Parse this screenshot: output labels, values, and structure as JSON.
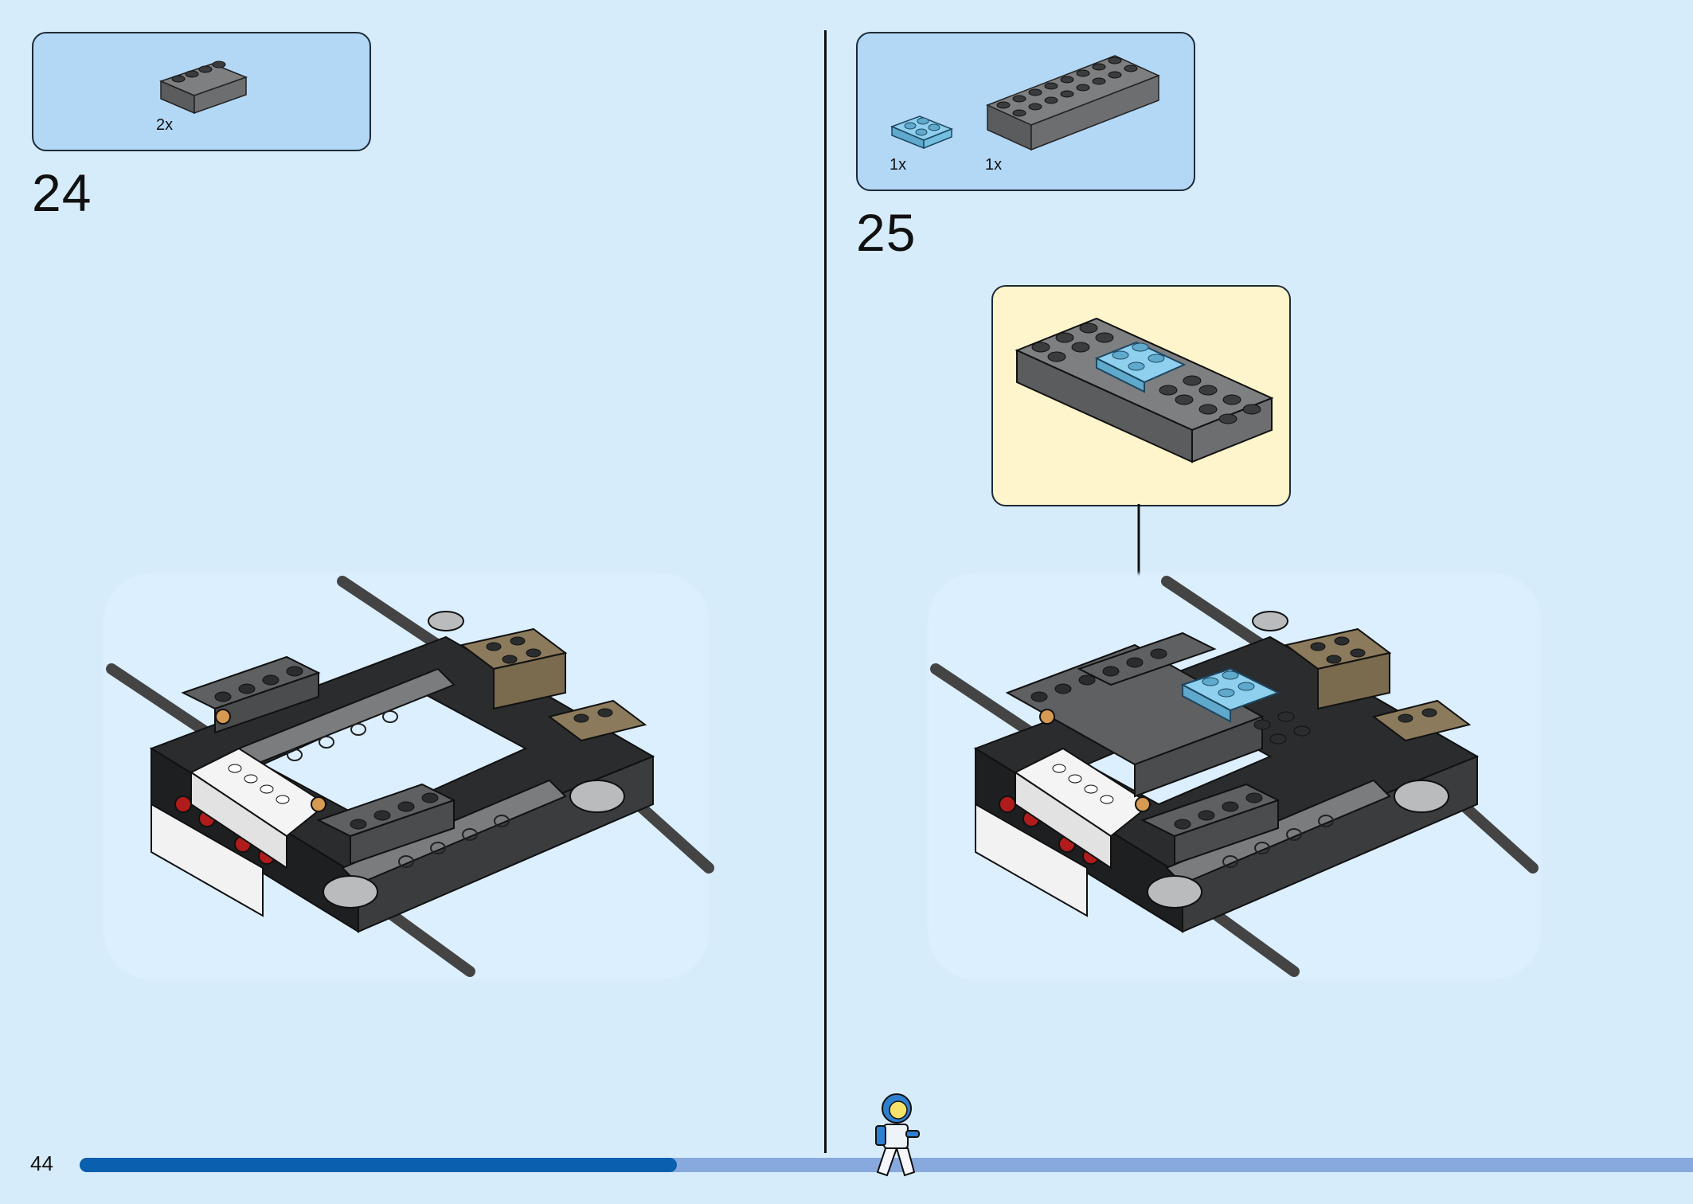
{
  "page": {
    "number": "44"
  },
  "progress": {
    "fraction": 0.37
  },
  "steps": [
    {
      "number": "24",
      "parts": [
        {
          "qty": "2x",
          "part": "dark-gray-1x4-brick",
          "color": "#6a6c6e"
        }
      ]
    },
    {
      "number": "25",
      "parts": [
        {
          "qty": "1x",
          "part": "light-blue-2x2-plate",
          "color": "#7cc3e6"
        },
        {
          "qty": "1x",
          "part": "dark-gray-2x8-brick",
          "color": "#6a6c6e"
        }
      ]
    }
  ],
  "colors": {
    "background": "#d6ecfb",
    "parts_box": "#b3d8f6",
    "callout": "#fff5cc",
    "progress_done": "#0a5fae",
    "progress_remaining": "#87a9dd"
  }
}
